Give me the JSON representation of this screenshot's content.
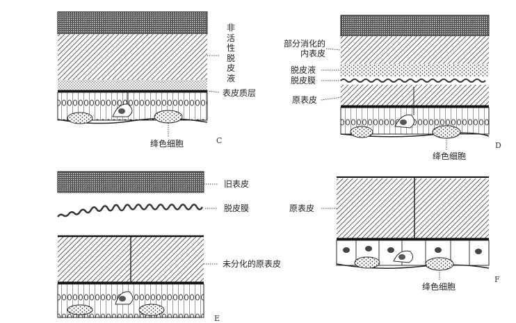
{
  "panels": {
    "c": {
      "letter": "C",
      "labels": {
        "inactive_fluid": "非活性脱皮液",
        "epicuticle": "表皮质层",
        "chromatophore": "绛色细胞"
      }
    },
    "d": {
      "letter": "D",
      "labels": {
        "partially_digested_endocuticle": "部分消化的内表皮",
        "molting_fluid": "脱皮液",
        "ecdysial_membrane": "脱皮膜",
        "procuticle": "原表皮",
        "chromatophore": "绛色细胞"
      }
    },
    "e": {
      "letter": "E",
      "labels": {
        "old_cuticle": "旧表皮",
        "ecdysial_membrane": "脱皮膜",
        "undifferentiated_procuticle": "未分化的原表皮"
      }
    },
    "f": {
      "letter": "F",
      "labels": {
        "procuticle": "原表皮",
        "chromatophore": "绛色细胞"
      }
    }
  },
  "colors": {
    "ink": "#222222",
    "background": "#ffffff"
  }
}
